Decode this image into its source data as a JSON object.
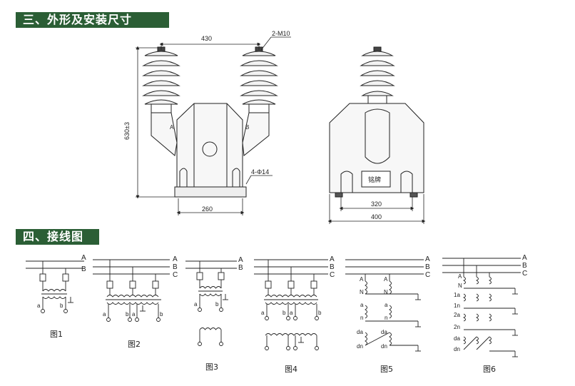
{
  "section3_title": "三、外形及安装尺寸",
  "section4_title": "四、接线图",
  "front_view": {
    "dim_top": "430",
    "dim_bolt": "2-M10",
    "dim_height": "630±3",
    "dim_holes": "4-Φ14",
    "dim_base": "260",
    "terminal_a": "A",
    "terminal_b": "B"
  },
  "side_view": {
    "nameplate": "铭牌",
    "dim_inner": "320",
    "dim_outer": "400"
  },
  "wiring": {
    "bus_a": "A",
    "bus_b": "B",
    "bus_c": "C",
    "captions": [
      "图1",
      "图2",
      "图3",
      "图4",
      "图5",
      "图6"
    ],
    "term_a": "a",
    "term_b": "b",
    "fig6_labels": [
      "A",
      "N",
      "1a",
      "1n",
      "2a",
      "2n",
      "da",
      "dn"
    ],
    "fig5_labels": [
      "A",
      "N",
      "a",
      "n",
      "da",
      "dn"
    ]
  }
}
